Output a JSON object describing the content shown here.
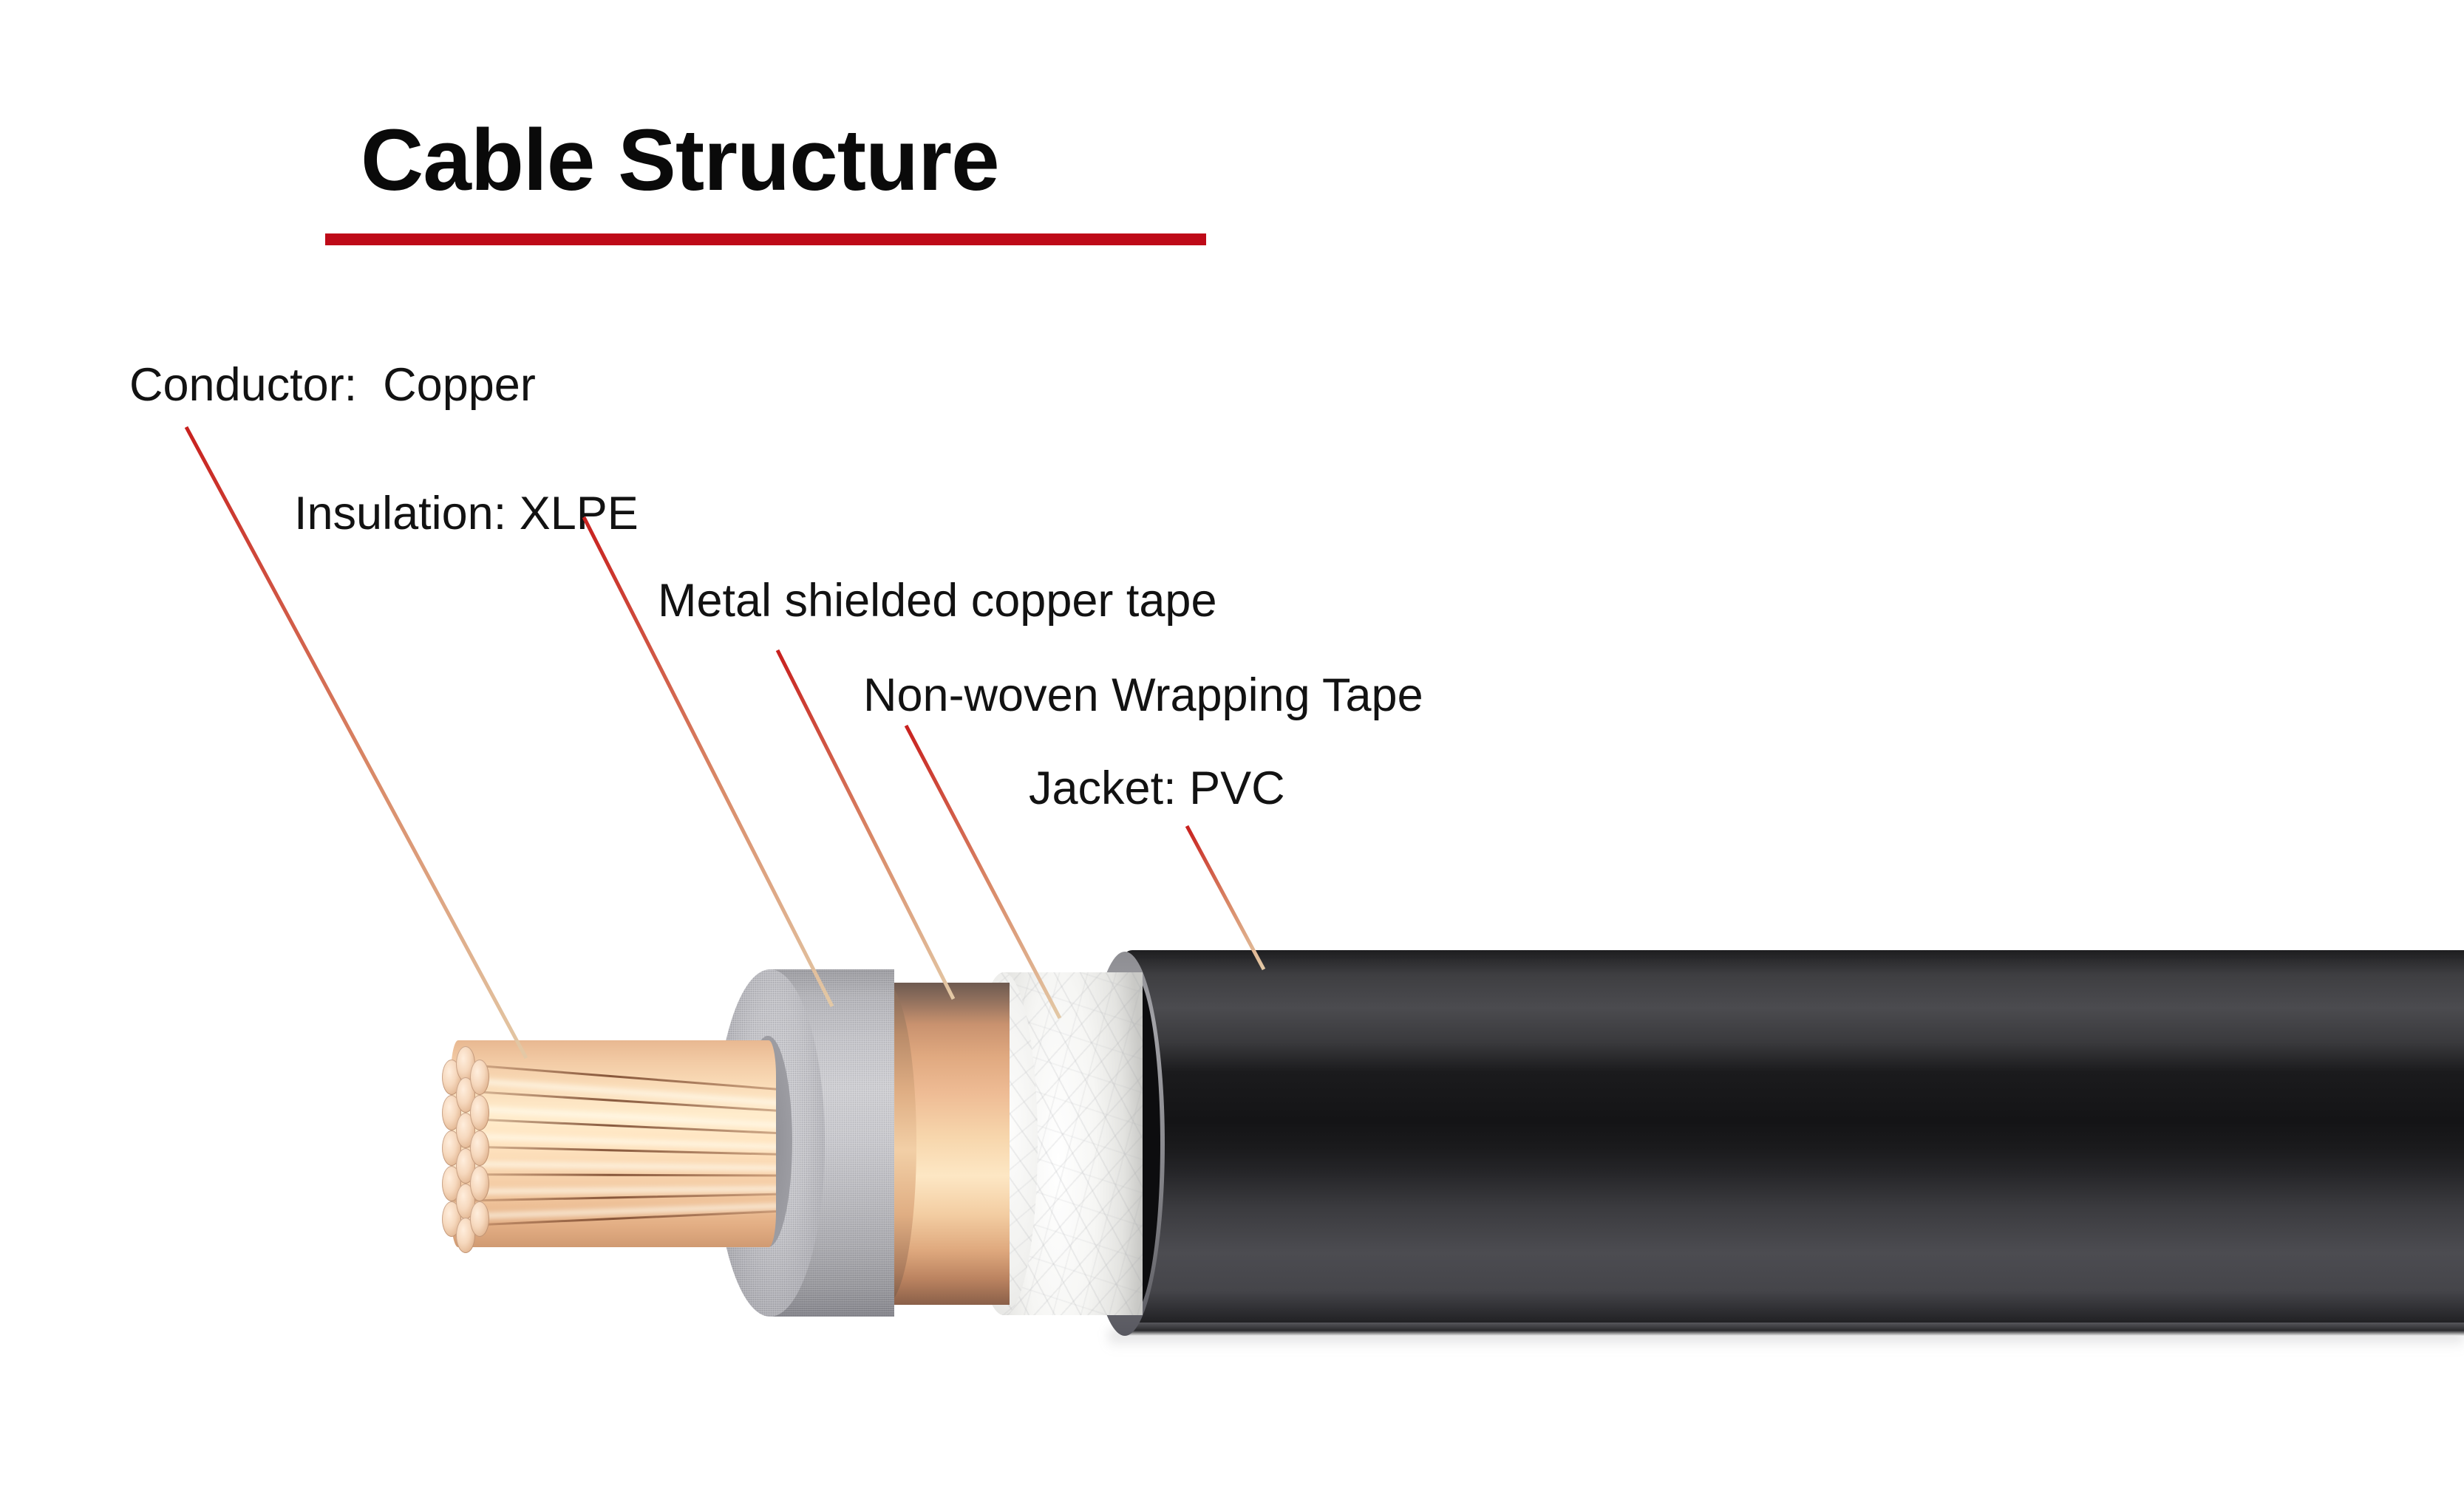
{
  "title": {
    "text": "Cable Structure",
    "underline_color": "#be0a18"
  },
  "labels": [
    {
      "id": "conductor",
      "text": "Conductor:  Copper"
    },
    {
      "id": "insulation",
      "text": "Insulation: XLPE"
    },
    {
      "id": "shield",
      "text": "Metal shielded copper tape"
    },
    {
      "id": "wrap",
      "text": "Non-woven Wrapping Tape"
    },
    {
      "id": "jacket",
      "text": "Jacket: PVC"
    }
  ],
  "leader_lines": {
    "start_color": "#c8201e",
    "end_color": "#e3c9a6"
  },
  "cable_layers": [
    {
      "name": "conductor",
      "material": "Copper",
      "color": "#f4cda5"
    },
    {
      "name": "insulation",
      "material": "XLPE",
      "color": "#c2c2c7"
    },
    {
      "name": "shield",
      "material": "Metal shielded copper tape",
      "color": "#f0c496"
    },
    {
      "name": "wrap",
      "material": "Non-woven Wrapping Tape",
      "color": "#f3f3f1"
    },
    {
      "name": "jacket",
      "material": "PVC",
      "color": "#1c1c1e"
    }
  ]
}
